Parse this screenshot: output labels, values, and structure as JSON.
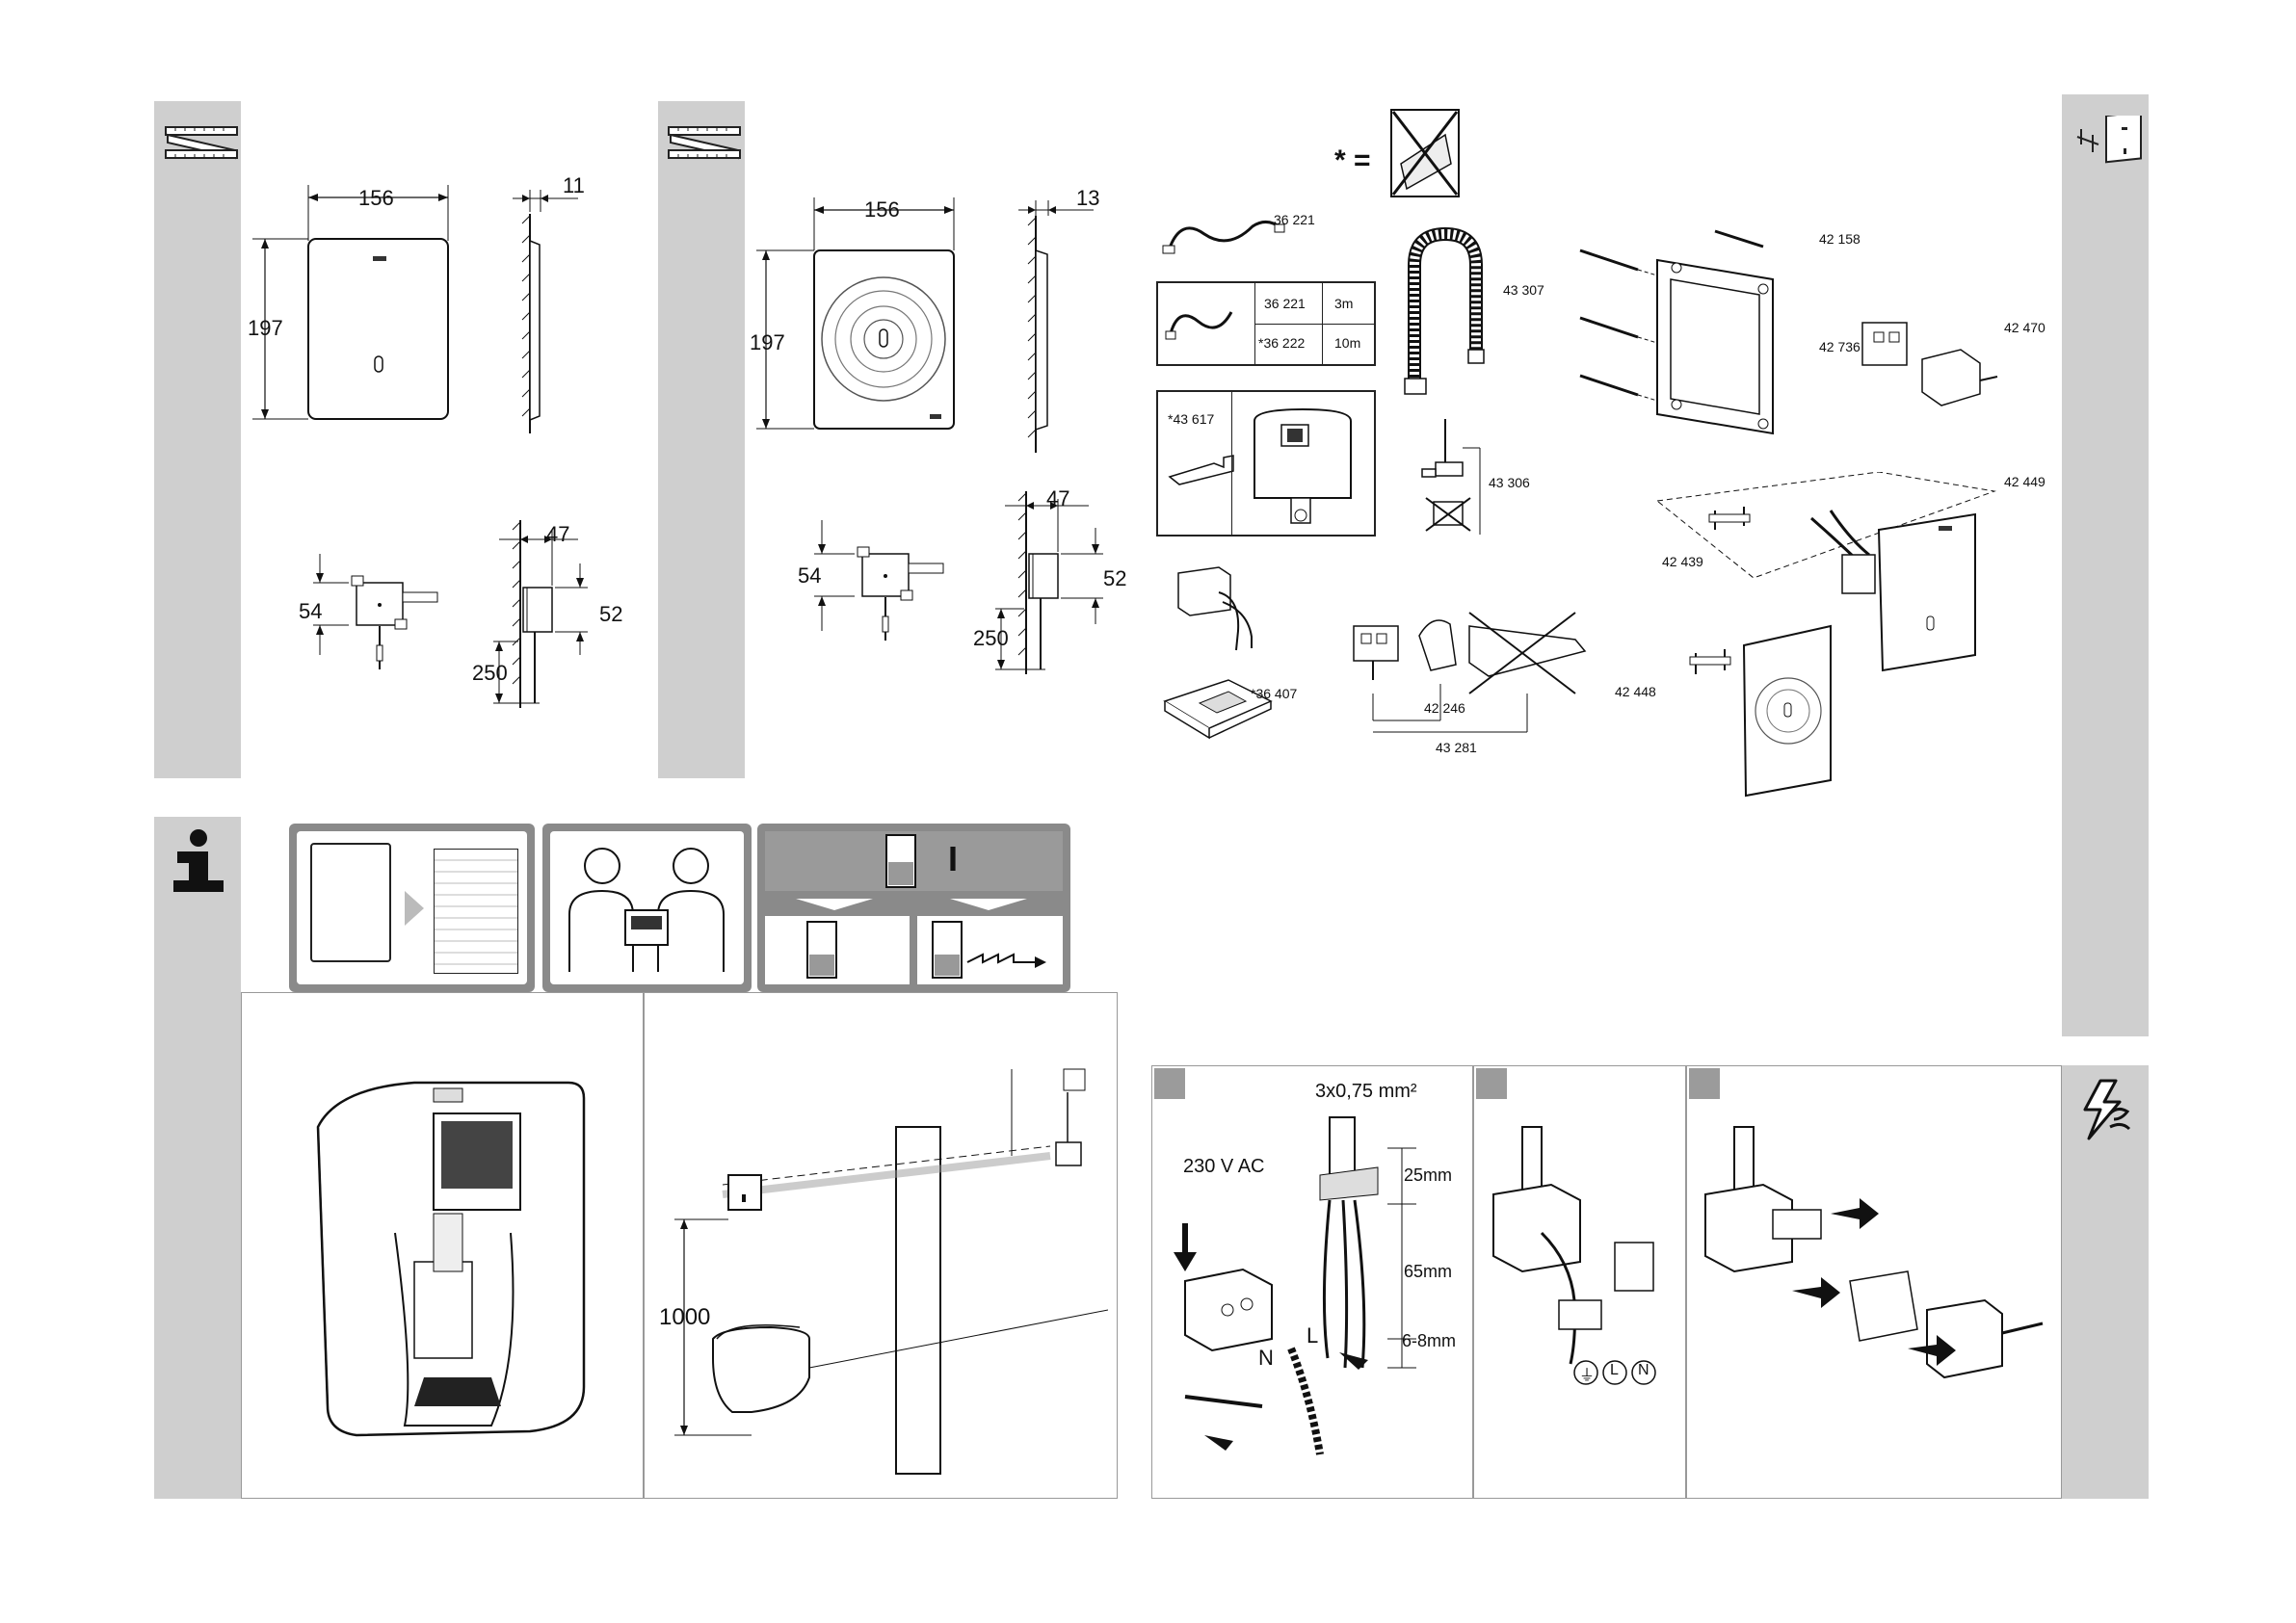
{
  "dims_panel1": {
    "width": "156",
    "depth": "11",
    "height": "197",
    "box_w": "54",
    "box_d": "47",
    "box_h": "52",
    "lead": "250"
  },
  "dims_panel2": {
    "width": "156",
    "depth": "13",
    "height": "197",
    "box_w": "54",
    "box_d": "47",
    "box_h": "52",
    "lead": "250"
  },
  "parts": {
    "p36221_top": "36 221",
    "table_a_code": "36 221",
    "table_a_len": "3m",
    "table_b_code": "*36 222",
    "table_b_len": "10m",
    "p43617": "*43 617",
    "p43307": "43 307",
    "p43306": "43 306",
    "p36407": "*36 407",
    "p42246": "42 246",
    "p43281": "43 281",
    "p42158": "42 158",
    "p42736": "42 736",
    "p42470": "42 470",
    "p42449": "42 449",
    "p42439": "42 439",
    "p42448": "42 448",
    "star_eq": "* ="
  },
  "install": {
    "height": "1000"
  },
  "wiring": {
    "voltage": "230 V AC",
    "cable": "3x0,75 mm²",
    "d1": "25mm",
    "d2": "65mm",
    "d3": "6-8mm",
    "N": "N",
    "L": "L",
    "earth": "⏚",
    "L2": "L",
    "N2": "N"
  },
  "info": {
    "cistern_label": "I"
  },
  "icons": {
    "ruler": "ruler-icon",
    "info": "info-icon",
    "spare": "spare-parts-icon",
    "lightning": "lightning-icon"
  }
}
